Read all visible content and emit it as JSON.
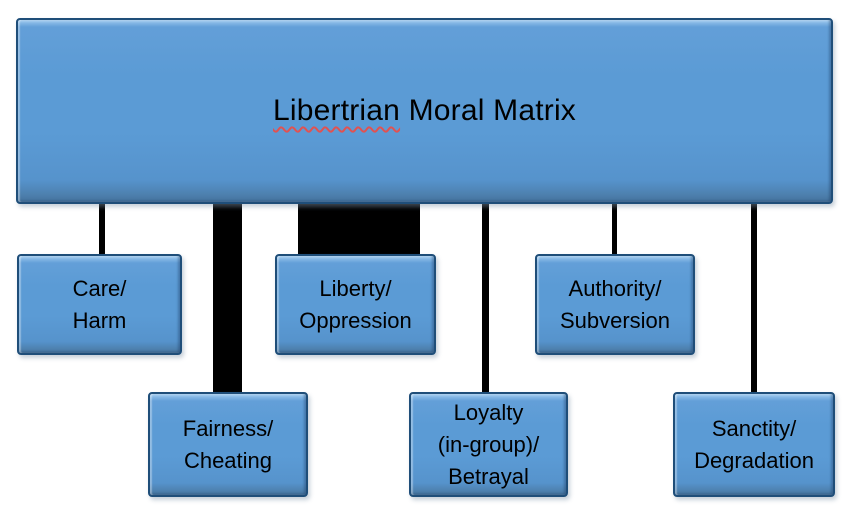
{
  "diagram": {
    "type": "hierarchy",
    "background": "#ffffff",
    "title": {
      "full": "Libertrian Moral Matrix",
      "word_misspelled": "Libertrian",
      "word_rest": " Moral Matrix",
      "spellcheck_underline": true
    },
    "nodes": [
      {
        "id": "care",
        "label": "Care/\nHarm"
      },
      {
        "id": "fairness",
        "label": "Fairness/\nCheating"
      },
      {
        "id": "liberty",
        "label": "Liberty/\nOppression"
      },
      {
        "id": "loyalty",
        "label": "Loyalty\n(in-group)/\nBetrayal"
      },
      {
        "id": "authority",
        "label": "Authority/\nSubversion"
      },
      {
        "id": "sanctity",
        "label": "Sanctity/\nDegradation"
      }
    ],
    "edges": [
      {
        "from": "root",
        "to": "care",
        "weight": "thin"
      },
      {
        "from": "root",
        "to": "fairness",
        "weight": "thick"
      },
      {
        "from": "root",
        "to": "liberty",
        "weight": "very-thick"
      },
      {
        "from": "root",
        "to": "loyalty",
        "weight": "thin"
      },
      {
        "from": "root",
        "to": "authority",
        "weight": "thin"
      },
      {
        "from": "root",
        "to": "sanctity",
        "weight": "thin"
      }
    ],
    "colors": {
      "box_fill": "#5b9bd5",
      "box_bevel_highlight": "#b3d6f3",
      "box_border": "#1f4e79",
      "connector": "#000000",
      "text": "#000000",
      "spellcheck_underline": "#e05252"
    }
  }
}
